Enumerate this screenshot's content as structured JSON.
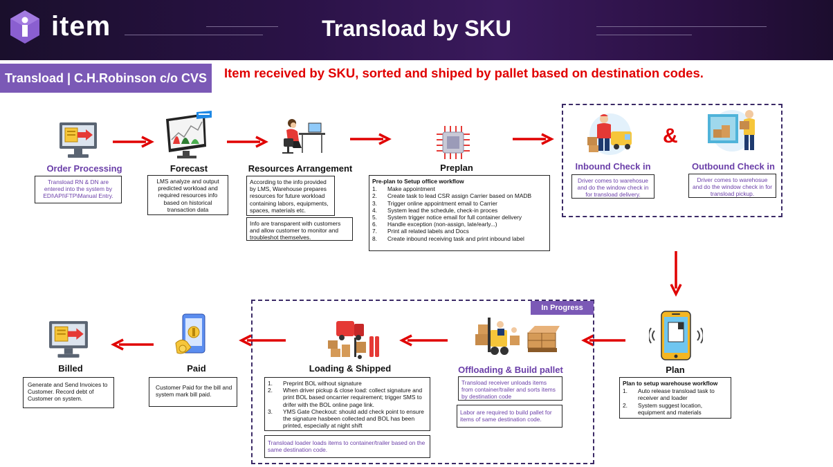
{
  "header": {
    "logo_text": "item",
    "title": "Transload by SKU"
  },
  "subheader": {
    "tag": "Transload | C.H.Robinson c/o CVS",
    "headline": "Item received by SKU, sorted and shiped by pallet based on destination codes."
  },
  "steps": {
    "order_processing": {
      "label": "Order Processing",
      "text": "Transload RN & DN are entered into the system by EDI\\API\\FTP\\Manual Entry."
    },
    "forecast": {
      "label": "Forecast",
      "text": "LMS analyze and output predicted workload and required resources info based on historical transaction data"
    },
    "resources": {
      "label": "Resources Arrangement",
      "text1": "According to the info provided by LMS, Warehouse prepares resources for future workload containing labors, equipments, spaces, materials etc.",
      "text2": "Info are transparent with customers and allow customer to monitor and troubleshot themselves."
    },
    "preplan": {
      "label": "Preplan",
      "box_title": "Pre-plan to Setup office workflow",
      "items": [
        {
          "n": "1.",
          "t": "Make appointment"
        },
        {
          "n": "2.",
          "t": "Create task to lead CSR assign Carrier based on MADB"
        },
        {
          "n": "3.",
          "t": "Trigger online appointment email to Carrier"
        },
        {
          "n": "4.",
          "t": "System lead the schedule, check-in proces"
        },
        {
          "n": "5.",
          "t": "System trigger notice email for full container delivery"
        },
        {
          "n": "6.",
          "t": "Handle exception (non-assign, late/early...)"
        },
        {
          "n": "7.",
          "t": "Print all related labels and Docs"
        },
        {
          "n": "8.",
          "t": "Create inbound receiving task and print inbound label"
        }
      ]
    },
    "inbound": {
      "label": "Inbound Check in",
      "text": "Driver comes to warehosue and do the window check in for transload delivery."
    },
    "amp": "&",
    "outbound": {
      "label": "Outbound Check in",
      "text": "Driver comes to warehosue and do the window check in for transload pickup."
    },
    "plan": {
      "label": "Plan",
      "box_title": "Plan to setup warehouse workflow",
      "items": [
        {
          "n": "1.",
          "t": "Auto release transload task to receiver and loader"
        },
        {
          "n": "2.",
          "t": "System suggest location, equipment and materials"
        }
      ]
    },
    "offloading": {
      "label": "Offloading & Build pallet",
      "text1": "Transload receiver unloads items from container/trailer and sorts items by destination code",
      "text2": "Labor are required to build pallet for items of same destination code."
    },
    "loading": {
      "label": "Loading & Shipped",
      "items": [
        {
          "n": "1.",
          "t": "Preprint BOL without signature"
        },
        {
          "n": "2.",
          "t": "When driver pickup & close load: collect signature and print BOL based oncarrier requirement; trigger SMS to drifer with the BOL online page link."
        },
        {
          "n": "3.",
          "t": "YMS Gate Checkout: should add check point to ensure the signature hasbeen collected and BOL has been printed, especially at night shift"
        }
      ],
      "text2": "Transload loader loads items to container/trailer based on the same destination code."
    },
    "paid": {
      "label": "Paid",
      "text": "Customer Paid for the bill and system mark bill paid."
    },
    "billed": {
      "label": "Billed",
      "text": "Generate and Send Invoices to Customer. Record debt of Customer on system."
    }
  },
  "status_badge": "In Progress",
  "colors": {
    "accent_purple": "#7b59b6",
    "text_purple": "#6a3ea8",
    "arrow_red": "#e00000",
    "header_dark": "#2a1246"
  },
  "icons": [
    "item-logo-icon",
    "computer-document-icon",
    "analytics-monitor-icon",
    "worker-desk-icon",
    "chip-icon",
    "delivery-truck-icon",
    "warehouse-workers-icon",
    "smartphone-icon",
    "pallet-forklift-icon",
    "hand-truck-loading-icon",
    "mobile-payment-icon"
  ]
}
